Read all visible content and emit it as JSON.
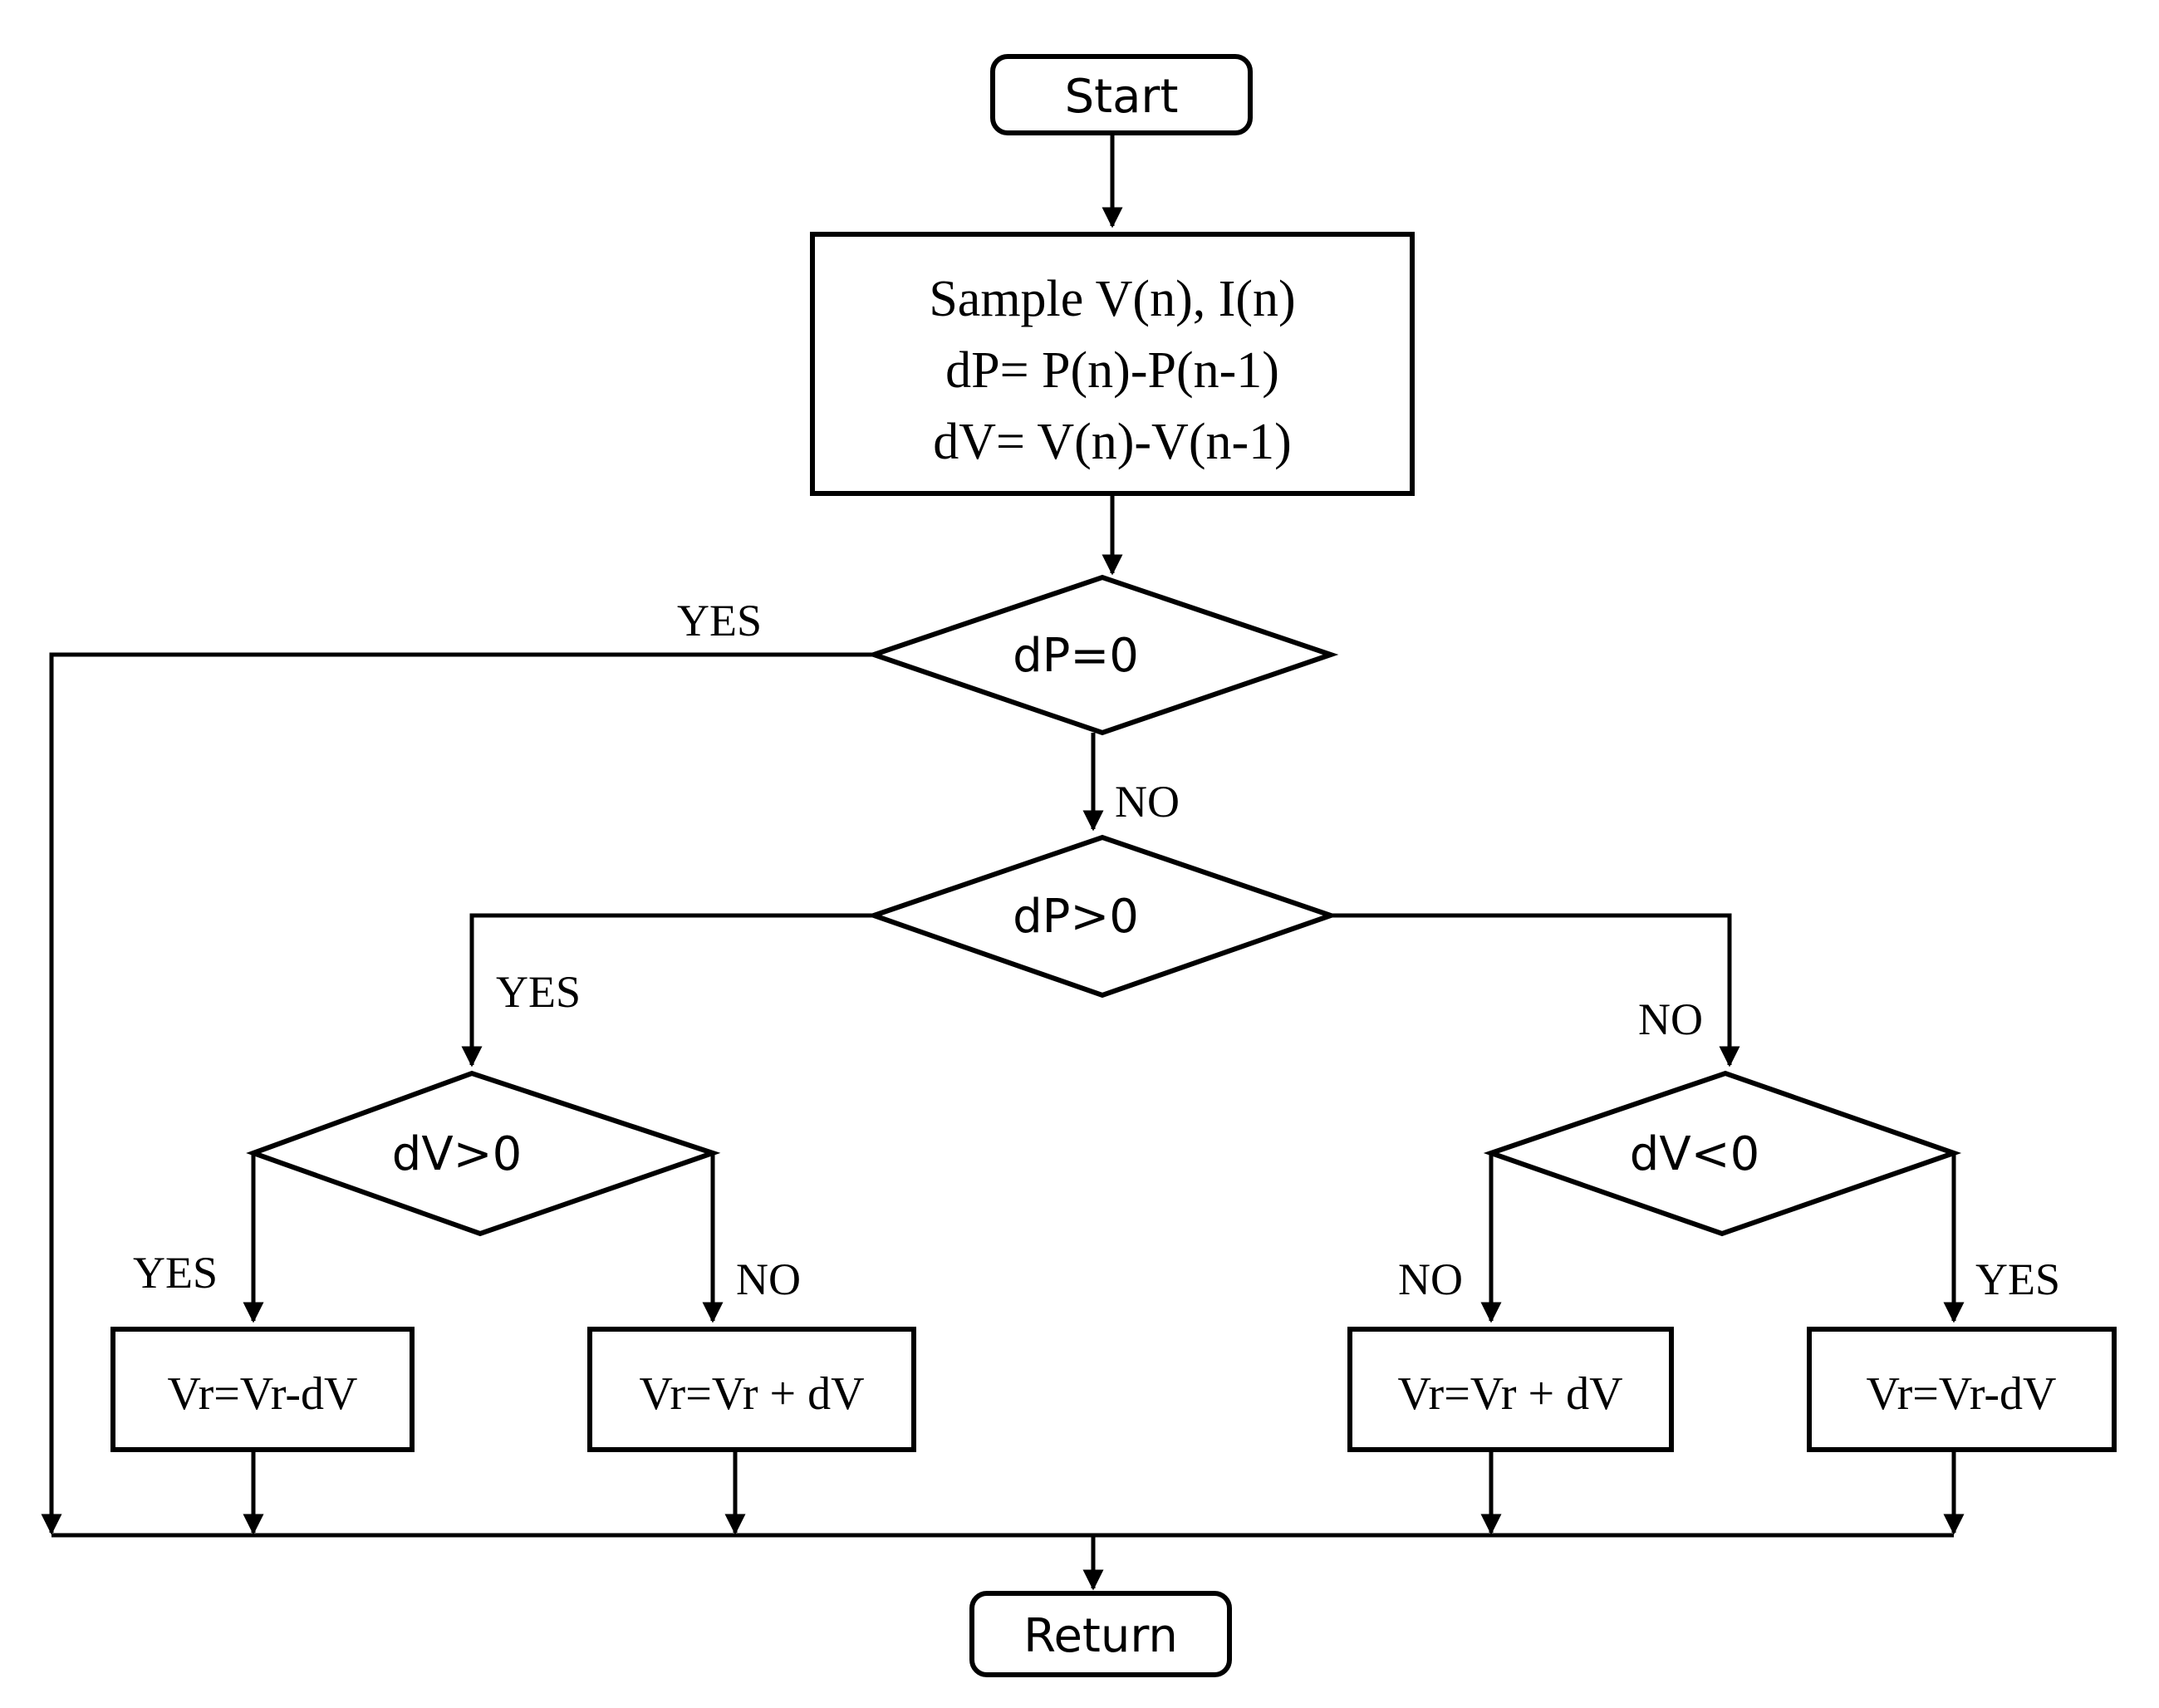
{
  "flowchart": {
    "start": "Start",
    "sample": {
      "line1": "Sample V(n), I(n)",
      "line2": "dP= P(n)-P(n-1)",
      "line3": "dV= V(n)-V(n-1)"
    },
    "decision_dp_zero": "dP=0",
    "decision_dp_pos": "dP>0",
    "decision_dv_pos": "dV>0",
    "decision_dv_neg": "dV<0",
    "box_dec_left": "Vr=Vr-dV",
    "box_inc_left": "Vr=Vr + dV",
    "box_inc_right": "Vr=Vr + dV",
    "box_dec_right": "Vr=Vr-dV",
    "return": "Return",
    "labels": {
      "dp_zero_yes": "YES",
      "dp_zero_no": "NO",
      "dp_pos_yes": "YES",
      "dp_pos_no": "NO",
      "dv_pos_yes": "YES",
      "dv_pos_no": "NO",
      "dv_neg_no": "NO",
      "dv_neg_yes": "YES"
    }
  }
}
